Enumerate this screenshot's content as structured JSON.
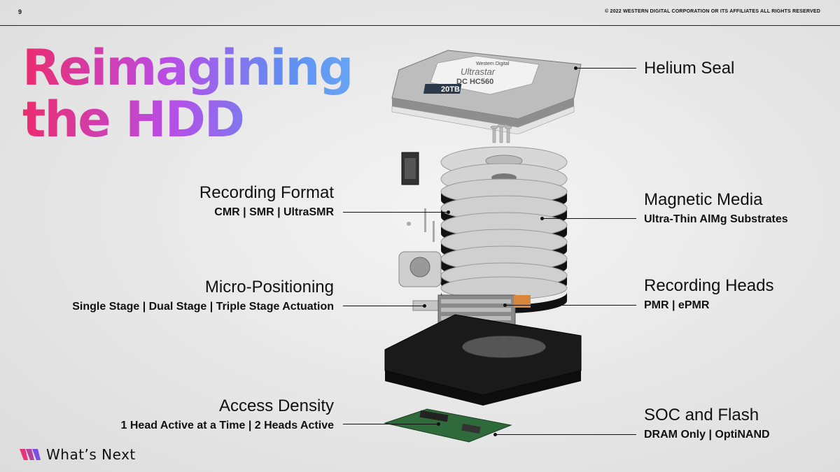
{
  "page_number": "9",
  "copyright": "© 2022 WESTERN DIGITAL CORPORATION OR ITS AFFILIATES  ALL RIGHTS RESERVED",
  "title": {
    "line1": "Reimagining",
    "line2": "the HDD"
  },
  "labels": {
    "helium_seal": {
      "head": "Helium Seal"
    },
    "recording_format": {
      "head": "Recording Format",
      "sub": "CMR  |  SMR  |  UltraSMR"
    },
    "magnetic_media": {
      "head": "Magnetic Media",
      "sub": "Ultra-Thin AlMg Substrates"
    },
    "micro_positioning": {
      "head": "Micro-Positioning",
      "sub": "Single Stage  |  Dual Stage  |  Triple Stage Actuation"
    },
    "recording_heads": {
      "head": "Recording Heads",
      "sub": "PMR  | ePMR"
    },
    "access_density": {
      "head": "Access Density",
      "sub": "1  Head Active at a Time  |  2 Heads Active"
    },
    "soc_flash": {
      "head": "SOC and Flash",
      "sub": "DRAM Only  |  OptiNAND"
    }
  },
  "drive_label": {
    "brand": "Western Digital",
    "product": "Ultrastar",
    "model": "DC HC560",
    "capacity": "20TB"
  },
  "footer": {
    "text": "What’s Next"
  },
  "colors": {
    "gradient_start": "#ec2c6d",
    "gradient_mid": "#b94de8",
    "gradient_end": "#69a4f4",
    "logo_pink": "#e8337a",
    "logo_purple": "#7a4ee0"
  },
  "icons": [
    "brand-logo-icon"
  ]
}
